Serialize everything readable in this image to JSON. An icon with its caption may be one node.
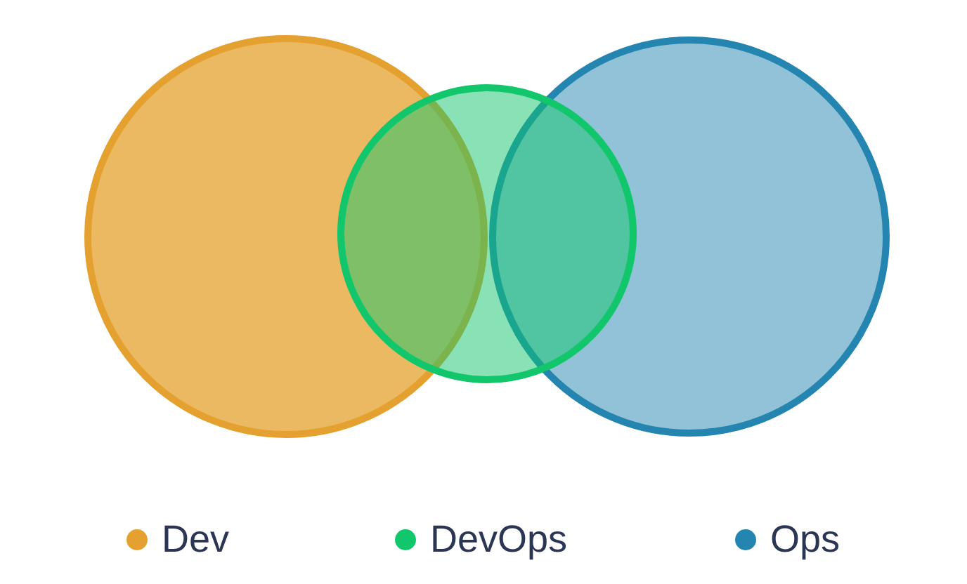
{
  "diagram": {
    "nodes": [
      {
        "text": [],
        "shape": "circle"
      },
      {
        "text": [],
        "shape": "circle"
      },
      {
        "text": [],
        "shape": "circle"
      }
    ],
    "legend": [
      {
        "text": "Dev",
        "color": "#e5a12f"
      },
      {
        "text": "DevOps",
        "color": "#12c66c"
      },
      {
        "text": "Ops",
        "color": "#2385b0"
      }
    ]
  }
}
